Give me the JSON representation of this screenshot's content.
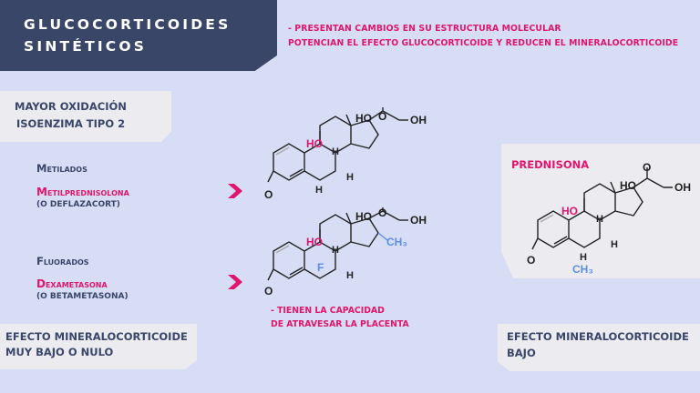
{
  "header": {
    "title_line1": "GLUCOCORTICOIDES",
    "title_line2": "SINTÉTICOS",
    "note_line1": "- PRESENTAN CAMBIOS EN SU ESTRUCTURA MOLECULAR",
    "note_line2": "POTENCIAN EL EFECTO GLUCOCORTICOIDE Y REDUCEN EL MINERALOCORTICOIDE"
  },
  "left": {
    "oxidation_card": {
      "line1": "MAYOR OXIDACIÓN",
      "line2": "ISOENZIMA TIPO 2"
    },
    "groups": [
      {
        "label": "Metilados",
        "drug": "Metilprednisolona",
        "alt": "(O DEFLAZACORT)",
        "arrow": "chevron-right-icon"
      },
      {
        "label": "Fluorados",
        "drug": "Dexametasona",
        "alt": "(O BETAMETASONA)",
        "arrow": "chevron-right-icon"
      }
    ],
    "effect_card": {
      "line1": "EFECTO MINERALOCORTICOIDE",
      "line2": "MUY BAJO O NULO"
    }
  },
  "center": {
    "placenta_note": {
      "line1": "- TIENEN LA CAPACIDAD",
      "line2": "DE ATRAVESAR LA PLACENTA"
    },
    "molecule_labels": {
      "ho11": "HO",
      "ho17": "HO",
      "oh21": "OH",
      "o3": "O",
      "o20": "O",
      "h": "H",
      "f9": "F",
      "ch3": "CH₃"
    }
  },
  "right": {
    "prednisona_card": {
      "title": "PREDNISONA",
      "ch3_label": "CH₃"
    },
    "effect_card": {
      "line1": "EFECTO MINERALOCORTICOIDE",
      "line2": "BAJO"
    }
  },
  "colors": {
    "background": "#d6ddf4",
    "navy": "#394668",
    "accent_pink": "#e0166e",
    "card": "#ececf0",
    "substituent_blue": "#5b8ee6"
  }
}
